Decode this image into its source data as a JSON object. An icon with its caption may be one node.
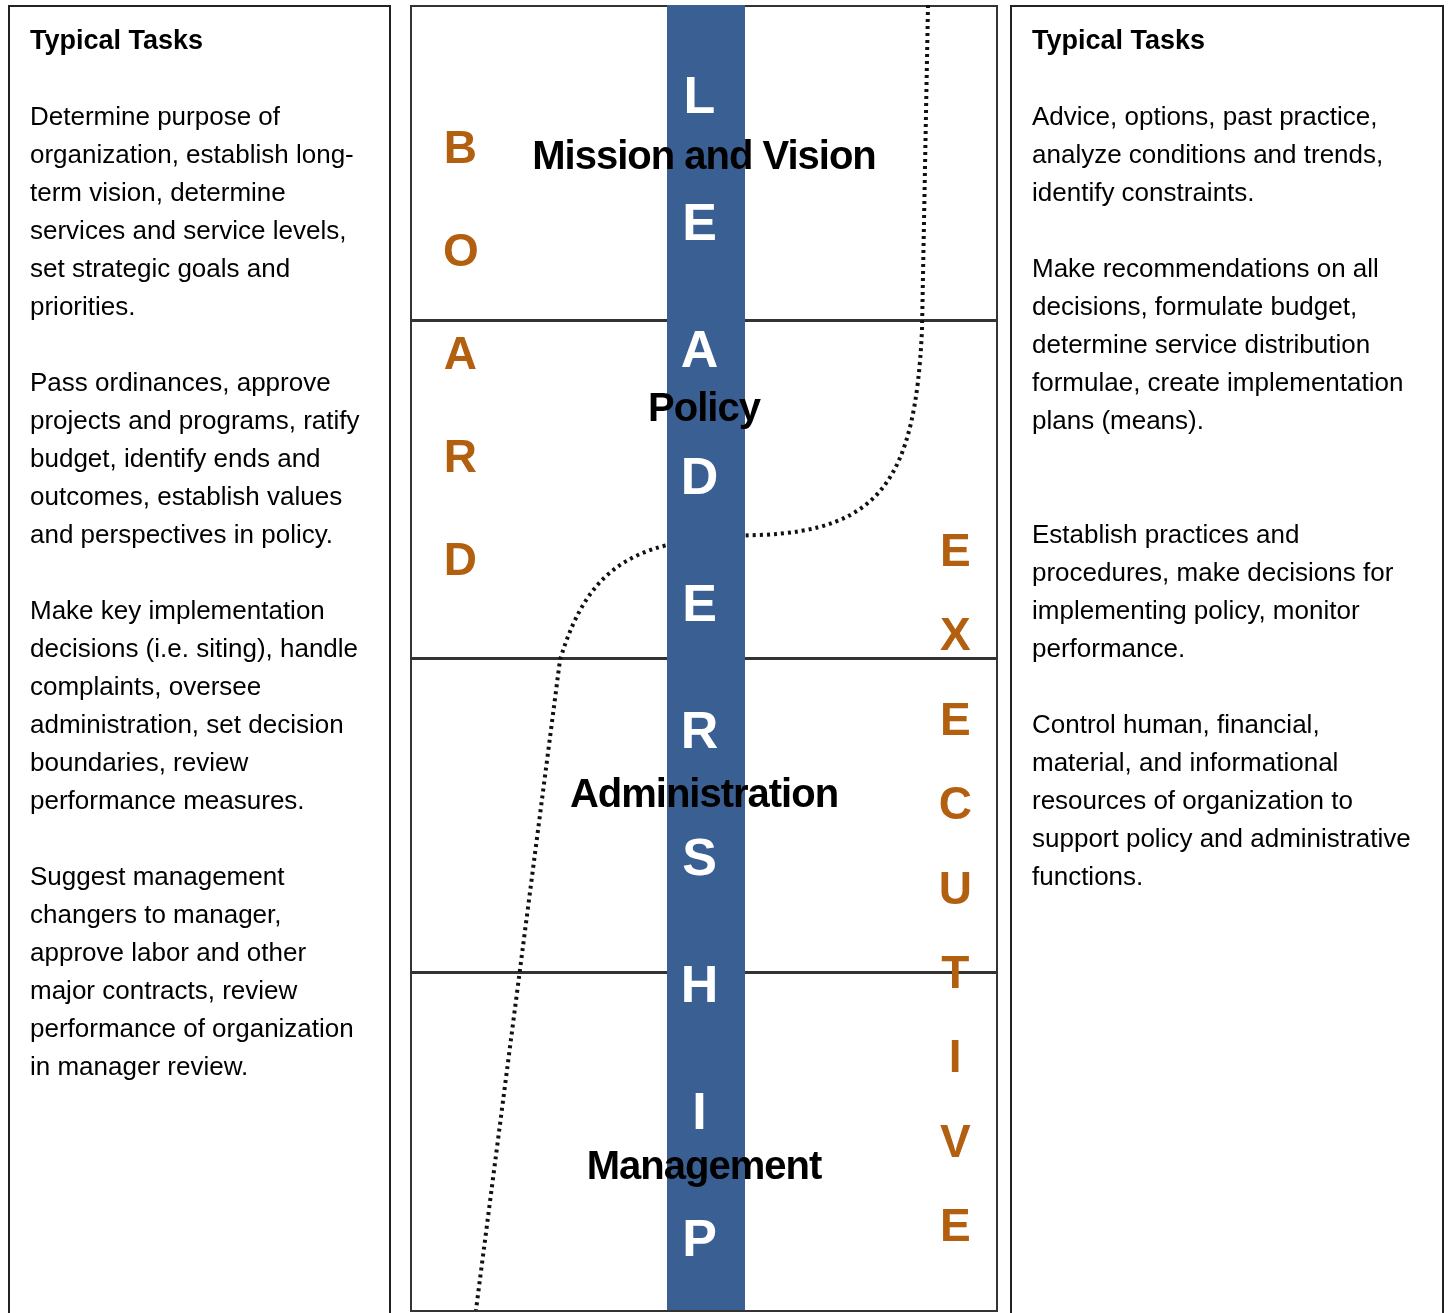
{
  "diagram": {
    "nodes": [
      {
        "text": [
          "Typical Tasks",
          "Determine purpose of organization, establish long-term vision, determine services and service levels, set strategic goals and priorities.",
          "Pass ordinances, approve projects and programs, ratify budget, identify ends and outcomes, establish values and perspectives in policy.",
          "Make key implementation decisions (i.e. siting), handle complaints, oversee administration, set decision boundaries, review performance measures.",
          "Suggest management changers to manager, approve labor and other major contracts, review performance of organization in manager review."
        ]
      },
      {
        "text": [
          "Mission and Vision"
        ]
      },
      {
        "text": [
          "Policy"
        ]
      },
      {
        "text": [
          "Administration"
        ]
      },
      {
        "text": [
          "Management"
        ]
      },
      {
        "text": [
          "Typical Tasks",
          "Advice, options, past practice, analyze conditions and trends, identify constraints.",
          "Make recommendations on all decisions, formulate budget, determine service distribution formulae, create implementation plans (means).",
          "Establish practices and procedures, make decisions for implementing policy, monitor performance.",
          "Control human, financial, material, and informational resources of organization to support policy and administrative functions."
        ]
      }
    ],
    "edges": [],
    "labels": [
      "LEADERSHIP",
      "BOARD",
      "EXECUTIVE"
    ]
  }
}
